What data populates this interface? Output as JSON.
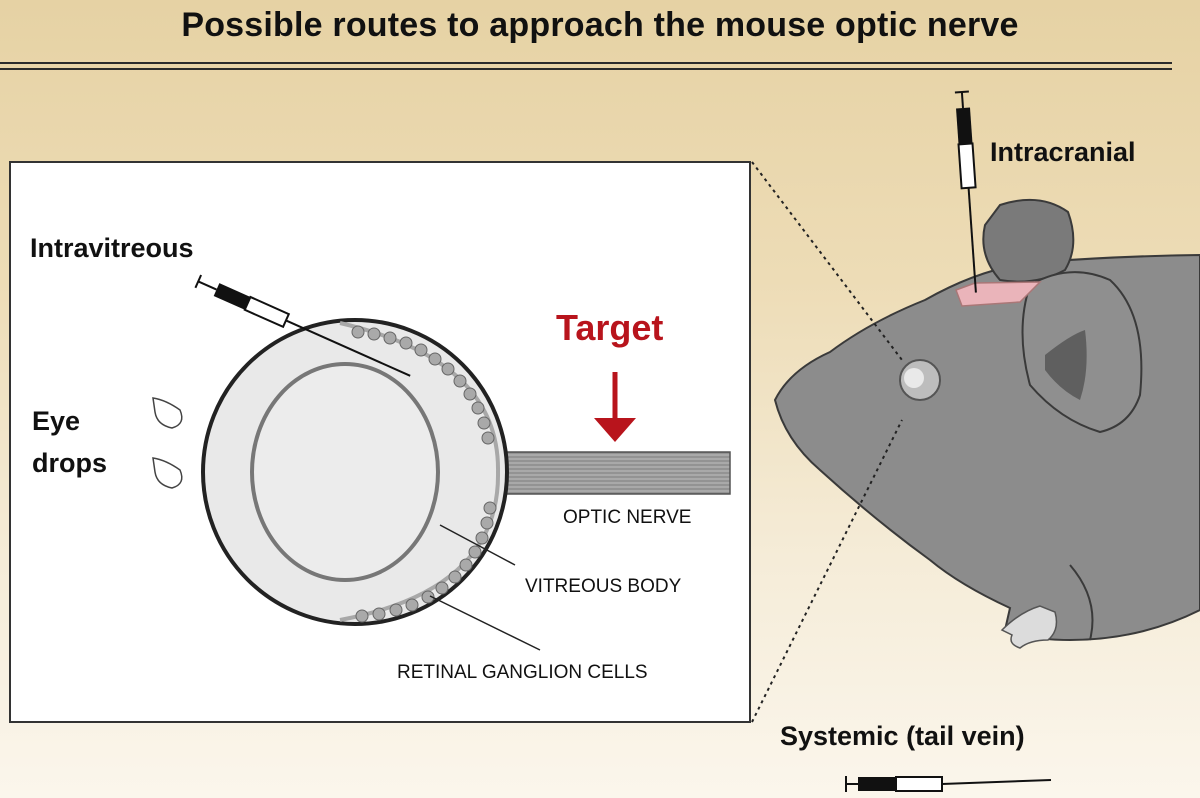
{
  "title": "Possible routes to approach the mouse optic nerve",
  "labels": {
    "intracranial": "Intracranial",
    "intravitreous": "Intravitreous",
    "eye_drops_line1": "Eye",
    "eye_drops_line2": "drops",
    "target": "Target",
    "optic_nerve": "OPTIC NERVE",
    "vitreous_body": "VITREOUS BODY",
    "retinal_ganglion_cells": "RETINAL GANGLION CELLS",
    "systemic": "Systemic (tail vein)"
  },
  "colors": {
    "target_red": "#b8141c",
    "mouse_gray": "#8c8c8c",
    "injection_site_pink": "#eab4ba"
  }
}
